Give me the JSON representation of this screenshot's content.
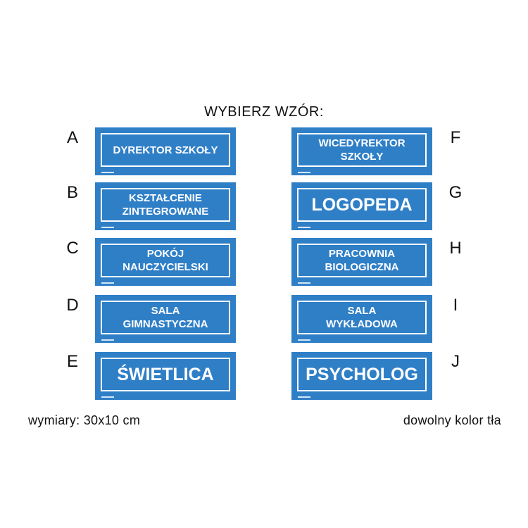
{
  "heading": "WYBIERZ WZÓR:",
  "sign_color": "#2f7fc7",
  "signs": [
    {
      "letter": "A",
      "text": "DYREKTOR SZKOŁY"
    },
    {
      "letter": "B",
      "text": "KSZTAŁCENIE\nZINTEGROWANE"
    },
    {
      "letter": "C",
      "text": "POKÓJ\nNAUCZYCIELSKI"
    },
    {
      "letter": "D",
      "text": "SALA\nGIMNASTYCZNA"
    },
    {
      "letter": "E",
      "text": "ŚWIETLICA"
    },
    {
      "letter": "F",
      "text": "WICEDYREKTOR\nSZKOŁY"
    },
    {
      "letter": "G",
      "text": "LOGOPEDA"
    },
    {
      "letter": "H",
      "text": "PRACOWNIA\nBIOLOGICZNA"
    },
    {
      "letter": "I",
      "text": "SALA\nWYKŁADOWA"
    },
    {
      "letter": "J",
      "text": "PSYCHOLOG"
    }
  ],
  "footer": {
    "dimensions": "wymiary: 30x10 cm",
    "background_note": "dowolny kolor tła"
  }
}
